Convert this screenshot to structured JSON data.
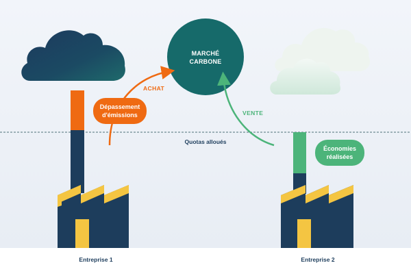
{
  "market": {
    "line1": "MARCHÉ",
    "line2": "CARBONE"
  },
  "flows": {
    "buy": "ACHAT",
    "sell": "VENTE"
  },
  "badges": {
    "excess": {
      "line1": "Dépassement",
      "line2": "d'émissions"
    },
    "savings": {
      "line1": "Économies",
      "line2": "réalisées"
    }
  },
  "threshold": {
    "label": "Quotas alloués"
  },
  "companies": [
    {
      "label": "Entreprise 1"
    },
    {
      "label": "Entreprise 2"
    }
  ],
  "colors": {
    "navy": "#1d3d5c",
    "teal": "#166a6a",
    "orange": "#ef6a12",
    "green": "#4cb47a",
    "yellow": "#f4c542",
    "sky": "#eef2f7"
  }
}
